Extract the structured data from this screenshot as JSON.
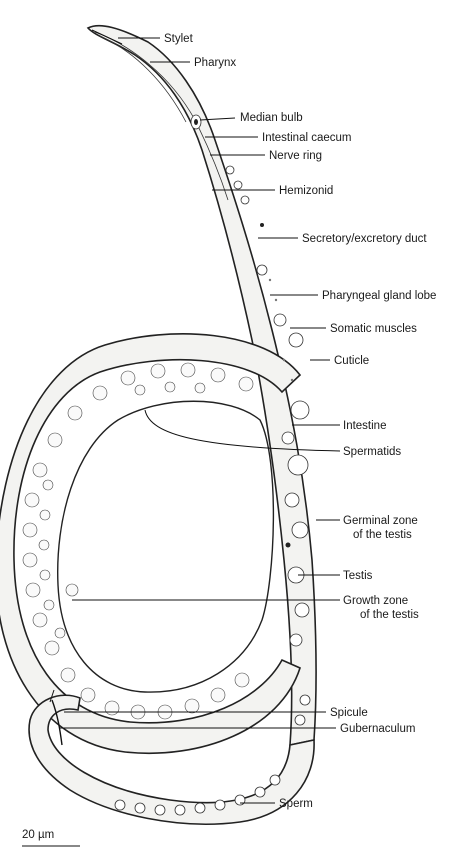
{
  "labels": {
    "stylet": "Stylet",
    "pharynx": "Pharynx",
    "median_bulb": "Median bulb",
    "intestinal_caecum": "Intestinal caecum",
    "nerve_ring": "Nerve ring",
    "hemizonid": "Hemizonid",
    "secretory_duct": "Secretory/excretory duct",
    "pharyngeal_gland": "Pharyngeal gland lobe",
    "somatic_muscles": "Somatic muscles",
    "cuticle": "Cuticle",
    "intestine": "Intestine",
    "spermatids": "Spermatids",
    "germinal_zone_1": "Germinal zone",
    "germinal_zone_2": "of the testis",
    "testis": "Testis",
    "growth_zone_1": "Growth zone",
    "growth_zone_2": "of the testis",
    "spicule": "Spicule",
    "gubernaculum": "Gubernaculum",
    "sperm": "Sperm"
  },
  "scale_bar": "20 µm",
  "icons": {
    "specimen": "nematode-male-drawing"
  }
}
